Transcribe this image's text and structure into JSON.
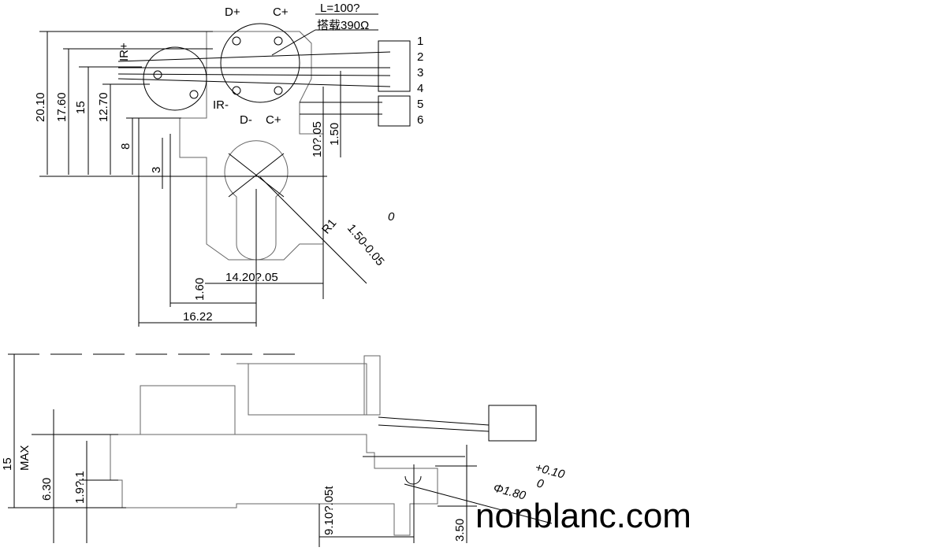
{
  "top_view": {
    "pin_labels": {
      "d_plus": "D+",
      "c_plus": "C+",
      "d_minus": "D-",
      "c_minus": "C+",
      "ir_plus": "IR+",
      "ir_minus": "IR-"
    },
    "cable_length": "L=100?",
    "resistor_note": "搭载390Ω",
    "connector_pins": [
      "1",
      "2",
      "3",
      "4",
      "5",
      "6"
    ],
    "dimensions": {
      "d1": "20.10",
      "d2": "17.60",
      "d3": "15",
      "d4": "12.70",
      "d5": "8",
      "d6": "3",
      "d7": "10?.05",
      "d8": "1.50",
      "d9": "14.20?.05",
      "d10": "1.60",
      "d11": "16.22"
    },
    "radius_label": "R1",
    "radius_tol": "1.50-0.05",
    "radius_upper": "0"
  },
  "side_view": {
    "dimensions": {
      "height": "15",
      "height_max": "MAX",
      "d1": "6.30",
      "d2": "1.9?.1",
      "d3": "9.10?.05t",
      "d4": "3.50"
    },
    "hole": {
      "diameter": "Φ1.80",
      "tol_plus": "+0.10",
      "tol_minus": "0"
    }
  },
  "watermark": "nonblanc.com"
}
